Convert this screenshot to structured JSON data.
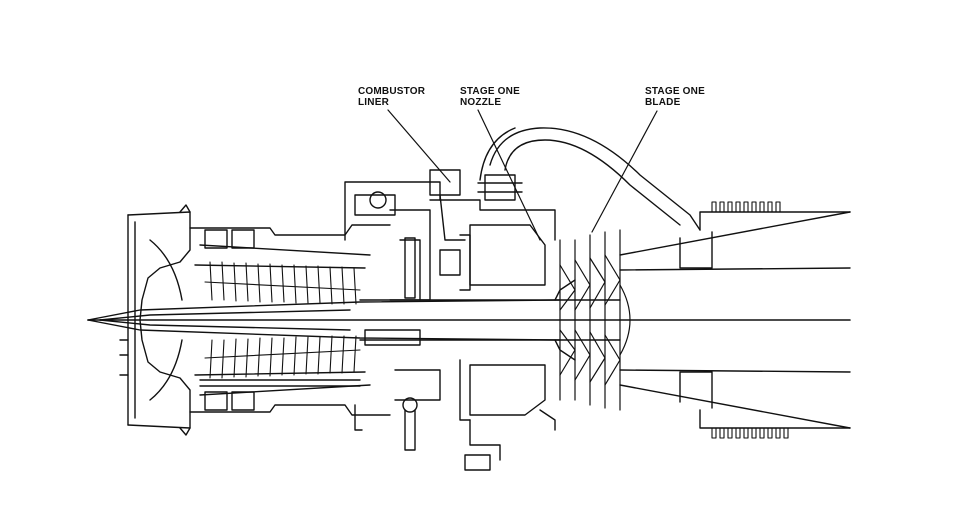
{
  "labels": {
    "combustor": [
      "COMBUSTOR",
      "LINER"
    ],
    "nozzle": [
      "STAGE ONE",
      "NOZZLE"
    ],
    "blade": [
      "STAGE ONE",
      "BLADE"
    ]
  },
  "colors": {
    "ink": "#111111",
    "paper": "#ffffff"
  }
}
